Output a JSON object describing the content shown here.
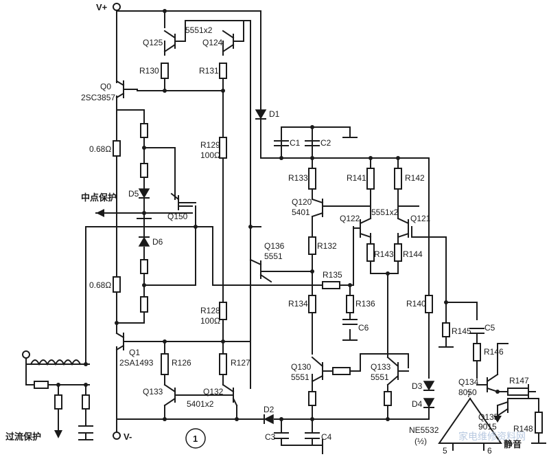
{
  "supply": {
    "positive": "V+",
    "negative": "V-"
  },
  "figure_number": "1",
  "signals": {
    "midpoint_protection": "中点保护",
    "overcurrent_protection": "过流保护",
    "mute": "静音"
  },
  "watermark": "家电维修资料网",
  "components": {
    "q125": "Q125",
    "q124": "Q124",
    "pair_5551x2": "5551x2",
    "r130": "R130",
    "r131": "R131",
    "q0": "Q0",
    "q0_type": "2SC3857",
    "d1": "D1",
    "c1": "C1",
    "c2": "C2",
    "r068_top": "0.68Ω",
    "r129": "R129",
    "r129_val": "100Ω",
    "r133": "R133",
    "r141": "R141",
    "r142": "R142",
    "d5": "D5",
    "q150": "Q150",
    "q120": "Q120",
    "q120_type": "5401",
    "q122": "Q122",
    "pair_5551x2_b": "5551x2",
    "q121": "Q121",
    "d6": "D6",
    "q136": "Q136",
    "q136_type": "5551",
    "r132": "R132",
    "r143": "R143",
    "r144": "R144",
    "r068_bot": "0.68Ω",
    "r135": "R135",
    "r128": "R128",
    "r128_val": "100Ω",
    "r134": "R134",
    "r136": "R136",
    "r140": "R140",
    "c6": "C6",
    "r145": "R145",
    "c5": "C5",
    "q1": "Q1",
    "q1_type": "2SA1493",
    "r126": "R126",
    "r127": "R127",
    "r146": "R146",
    "q130": "Q130",
    "q130_type": "5551",
    "q133_right": "Q133",
    "q133_right_type": "5551",
    "q134": "Q134",
    "q134_type": "8050",
    "r147": "R147",
    "q133_left": "Q133",
    "q132": "Q132",
    "pair_5401x2": "5401x2",
    "d3": "D3",
    "d4": "D4",
    "q135": "Q135",
    "q135_type": "9015",
    "d2": "D2",
    "c3": "C3",
    "c4": "C4",
    "opamp": "NE5532",
    "opamp_half": "(½)",
    "pin5": "5",
    "pin6": "6",
    "pin7": "7",
    "r148": "R148"
  }
}
